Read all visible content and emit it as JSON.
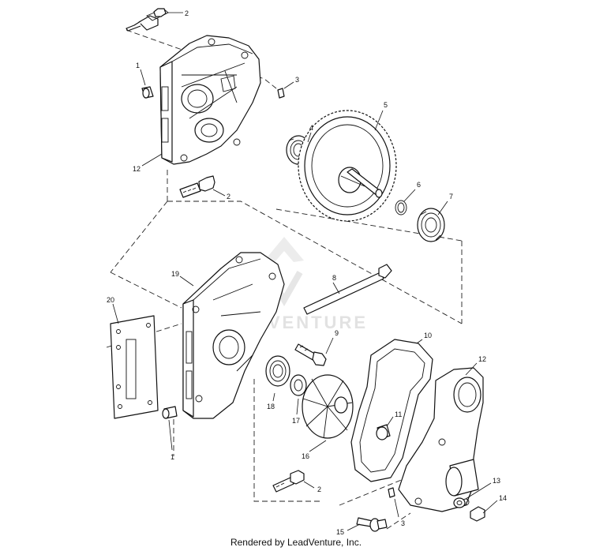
{
  "diagram": {
    "watermark": "LEADVENTURE",
    "footer": "Rendered by LeadVenture, Inc.",
    "callouts": {
      "c1a": "1",
      "c2a": "2",
      "c3a": "3",
      "c12a": "12",
      "c2b": "2",
      "c4": "4",
      "c5": "5",
      "c6": "6",
      "c7": "7",
      "c19": "19",
      "c20": "20",
      "c8": "8",
      "c9": "9",
      "c10": "10",
      "c12b": "12",
      "c18": "18",
      "c17": "17",
      "c16": "16",
      "c11": "11",
      "c1b": "1",
      "c2c": "2",
      "c13": "13",
      "c14": "14",
      "c3b": "3",
      "c15": "15"
    }
  }
}
